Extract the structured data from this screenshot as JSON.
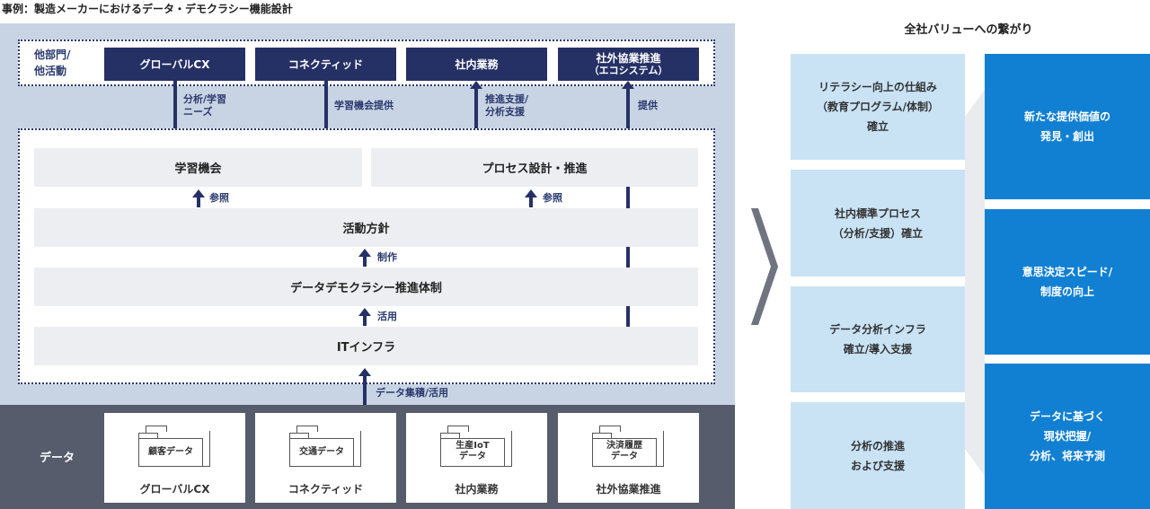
{
  "title": "事例：製造メーカーにおけるデータ・デモクラシー機能設計",
  "others": {
    "label_line1": "他部門/",
    "label_line2": "他活動",
    "orgs": [
      {
        "name": "グローバルCX",
        "sub": ""
      },
      {
        "name": "コネクティッド",
        "sub": ""
      },
      {
        "name": "社内業務",
        "sub": ""
      },
      {
        "name": "社外協業推進",
        "sub": "（エコシステム）"
      }
    ]
  },
  "flows": {
    "analysis_needs_1": "分析/学習",
    "analysis_needs_2": "ニーズ",
    "learning_provide": "学習機会提供",
    "promotion_1": "推進支援/",
    "promotion_2": "分析支援",
    "provide": "提供",
    "ref_1": "参照",
    "ref_2": "参照",
    "make": "制作",
    "use": "活用",
    "data_accumulate": "データ集積/活用"
  },
  "layers": {
    "learning": "学習機会",
    "process": "プロセス設計・推進",
    "policy": "活動方針",
    "democracy": "データデモクラシー推進体制",
    "it": "ITインフラ"
  },
  "data_section": {
    "label": "データ",
    "cards": [
      {
        "folder": [
          "顧客データ"
        ],
        "caption": "グローバルCX"
      },
      {
        "folder": [
          "交通データ"
        ],
        "caption": "コネクティッド"
      },
      {
        "folder": [
          "生産IoT",
          "データ"
        ],
        "caption": "社内業務"
      },
      {
        "folder": [
          "決済履歴",
          "データ"
        ],
        "caption": "社外協業推進"
      }
    ]
  },
  "values": {
    "title": "全社バリューへの繋がり",
    "enablers": [
      "リテラシー向上の仕組み\n（教育プログラム/体制）\n確立",
      "社内標準プロセス\n（分析/支援）確立",
      "データ分析インフラ\n確立/導入支援",
      "分析の推進\nおよび支援"
    ],
    "outcomes": [
      "新たな提供価値の\n発見・創出",
      "意思決定スピード/\n制度の向上",
      "データに基づく\n現状把握/\n分析、将来予測"
    ]
  },
  "colors": {
    "navy": "#253165",
    "panel": "#c8d3e3",
    "data_band": "#565c6b",
    "light_blue": "#c9e3f5",
    "blue": "#1180d3"
  }
}
